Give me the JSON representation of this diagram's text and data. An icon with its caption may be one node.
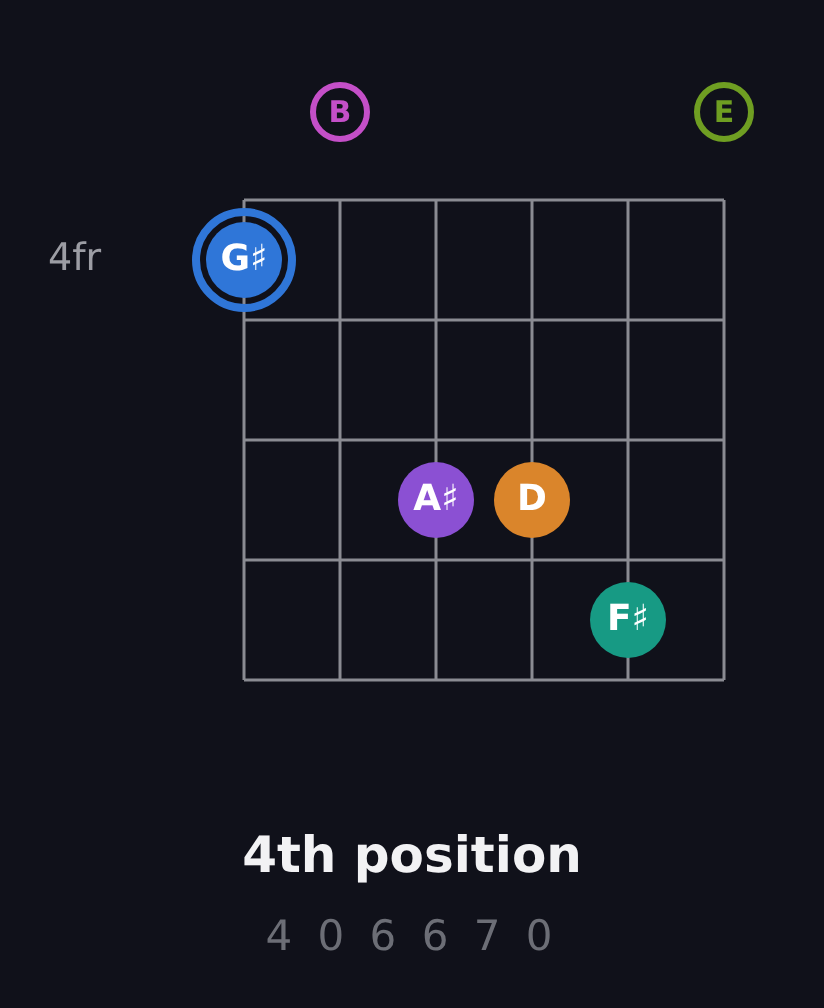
{
  "diagram": {
    "title": "4th position",
    "nodes": [
      {
        "text": [
          "B"
        ]
      },
      {
        "text": [
          "E"
        ]
      },
      {
        "text": [
          "G♯"
        ]
      },
      {
        "text": [
          "A♯"
        ]
      },
      {
        "text": [
          "D"
        ]
      },
      {
        "text": [
          "F♯"
        ]
      }
    ],
    "labels": [
      "4fr",
      "4 0 6 6 7 0"
    ]
  }
}
